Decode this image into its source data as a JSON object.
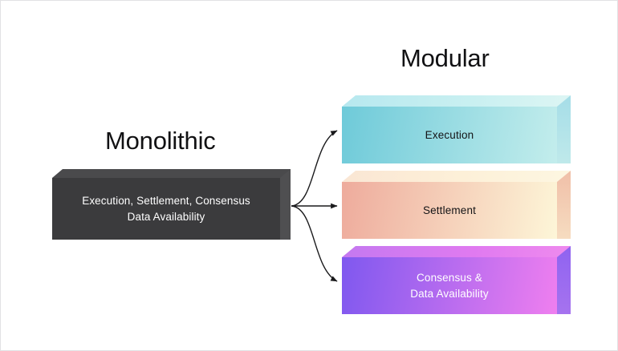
{
  "diagram": {
    "background_color": "#ffffff",
    "border_color": "#e2e2e4"
  },
  "titles": {
    "monolithic": "Monolithic",
    "modular": "Modular"
  },
  "monolithic_box": {
    "line1": "Execution, Settlement, Consensus",
    "line2": "Data Availability",
    "fill_color": "#3b3b3d",
    "text_color": "#ffffff"
  },
  "modular_boxes": [
    {
      "id": "execution",
      "line1": "Execution",
      "line2": "",
      "gradient_from": "#6ecad9",
      "gradient_to": "#c3edec",
      "text_color": "#141416"
    },
    {
      "id": "settlement",
      "line1": "Settlement",
      "line2": "",
      "gradient_from": "#eeab9c",
      "gradient_to": "#fdf6d8",
      "text_color": "#141416"
    },
    {
      "id": "consensus",
      "line1": "Consensus &",
      "line2": "Data Availability",
      "gradient_from": "#7f58ef",
      "gradient_to": "#ef7fef",
      "text_color": "#ffffff"
    }
  ],
  "arrows": {
    "count": 3,
    "color": "#1a1a1c",
    "origin_label": "monolithic-right-edge",
    "targets": [
      "execution",
      "settlement",
      "consensus"
    ]
  }
}
